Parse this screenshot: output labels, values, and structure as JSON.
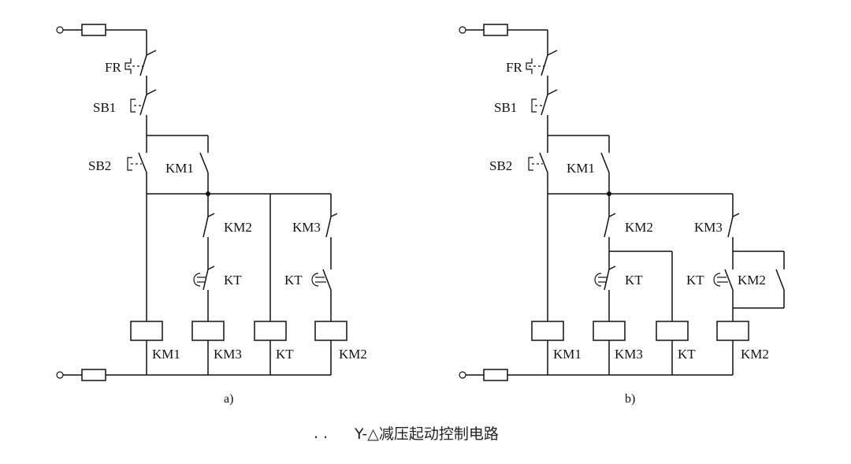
{
  "diagram_a": {
    "caption": "a)",
    "labels": {
      "fr": "FR",
      "sb1": "SB1",
      "sb2": "SB2",
      "km1_contact": "KM1",
      "km2_contact": "KM2",
      "km3_contact": "KM3",
      "kt_contact_left": "KT",
      "kt_contact_right": "KT",
      "coil_km1": "KM1",
      "coil_km3": "KM3",
      "coil_kt": "KT",
      "coil_km2": "KM2"
    }
  },
  "diagram_b": {
    "caption": "b)",
    "labels": {
      "fr": "FR",
      "sb1": "SB1",
      "sb2": "SB2",
      "km1_contact": "KM1",
      "km2_contact": "KM2",
      "km3_contact": "KM3",
      "kt_contact_left": "KT",
      "kt_contact_right": "KT",
      "km2_parallel": "KM2",
      "coil_km1": "KM1",
      "coil_km3": "KM3",
      "coil_kt": "KT",
      "coil_km2": "KM2"
    }
  },
  "figure": {
    "dots": ". .",
    "title": "Y-△减压起动控制电路"
  }
}
